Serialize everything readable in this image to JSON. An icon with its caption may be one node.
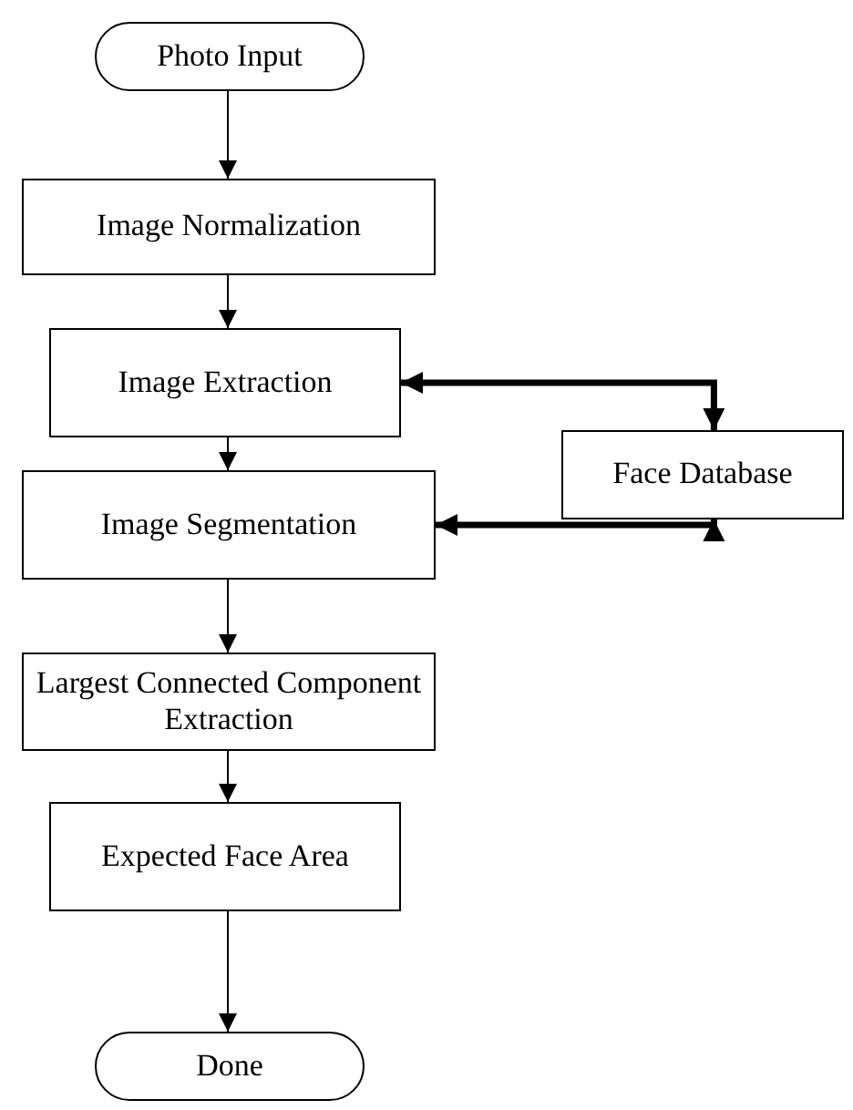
{
  "diagram": {
    "nodes": [
      {
        "text": [
          "Photo Input"
        ]
      },
      {
        "text": [
          "Image Normalization"
        ]
      },
      {
        "text": [
          "Image Extraction"
        ]
      },
      {
        "text": [
          "Face Database"
        ]
      },
      {
        "text": [
          "Image Segmentation"
        ]
      },
      {
        "text": [
          "Largest Connected Component Extraction"
        ]
      },
      {
        "text": [
          "Expected Face Area"
        ]
      },
      {
        "text": [
          "Done"
        ]
      }
    ],
    "edges": [
      {
        "from": 0,
        "to": 1,
        "arrow": "to"
      },
      {
        "from": 1,
        "to": 2,
        "arrow": "to"
      },
      {
        "from": 2,
        "to": 4,
        "arrow": "to"
      },
      {
        "from": 4,
        "to": 5,
        "arrow": "to"
      },
      {
        "from": 5,
        "to": 6,
        "arrow": "to"
      },
      {
        "from": 6,
        "to": 7,
        "arrow": "to"
      },
      {
        "from": 2,
        "to": 3,
        "arrow": "both",
        "style": "thick"
      },
      {
        "from": 4,
        "to": 3,
        "arrow": "both",
        "style": "thick"
      }
    ]
  }
}
